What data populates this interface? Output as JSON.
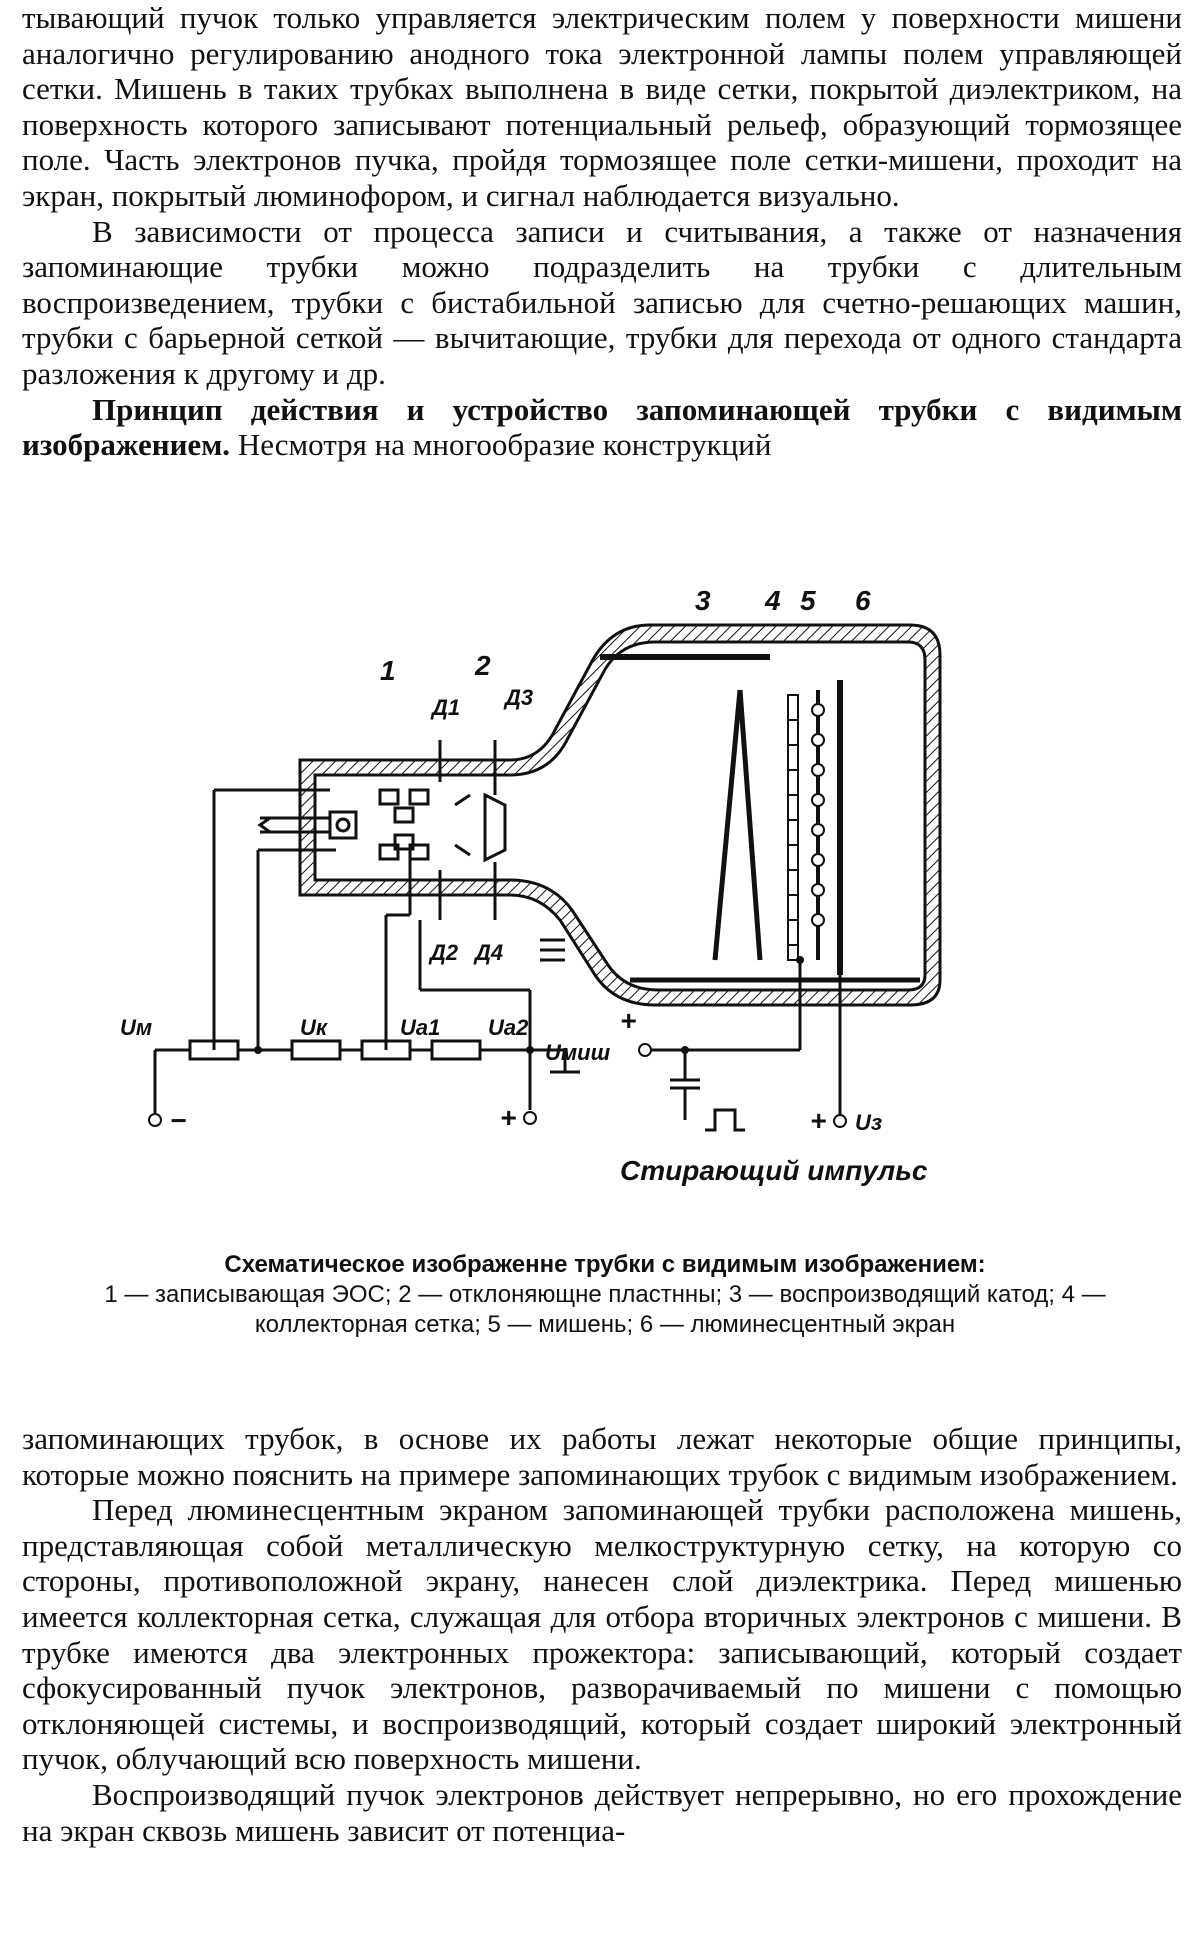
{
  "top_paragraphs": [
    "тывающий пучок только управляется электрическим полем у поверхности мишени аналогично регулированию анодного тока электронной лампы полем управляющей сетки. Мишень в таких трубках выполнена в виде сетки, покрытой диэлектриком, на поверхность которого записывают потенциальный рельеф, образующий тормозящее поле. Часть электронов пучка, пройдя тормозящее поле сетки-мишени, проходит на экран, покрытый люминофором, и сигнал наблюдается визуально.",
    "В зависимости от процесса записи и считывания, а также от назначения запоминающие трубки можно подразделить на трубки с длительным воспроизведением, трубки с бистабильной записью для счетно-решающих машин, трубки с барьерной сеткой — вычитающие, трубки для перехода от одного стандарта разложения к другому и др."
  ],
  "section": {
    "heading": "Принцип действия и устройство запоминающей трубки с видимым изображением.",
    "text": "Несмотря на многообразие конструкций"
  },
  "figure": {
    "part_labels": [
      "1",
      "2",
      "3",
      "4",
      "5",
      "6"
    ],
    "electrode_labels": [
      "Д1",
      "Д3",
      "Д2",
      "Д4"
    ],
    "voltage_labels": {
      "um": "Uм",
      "uk": "Uк",
      "ua1": "Ua1",
      "ua2": "Ua2",
      "umish": "Uмиш",
      "uz": "Uз"
    },
    "signs": {
      "minus": "−",
      "plus": "+"
    },
    "pulse_label": "Стирающий импульс"
  },
  "caption": {
    "title": "Схематическое изображенне трубки с видимым изображением:",
    "legend": "1 — записывающая ЭОС;  2 — отклоняющне пластнны;  3 — воспроизводящий катод;  4 — коллекторная сетка;  5 — мишень;  6 — люминесцентный экран"
  },
  "bottom_paragraphs": [
    "запоминающих трубок, в основе их работы лежат некоторые общие принципы, которые можно пояснить на примере запоминающих трубок с видимым изображением.",
    "Перед люминесцентным экраном запоминающей трубки расположена мишень, представляющая собой металлическую мелкоструктурную сетку, на которую со стороны, противоположной экрану, нанесен слой диэлектрика. Перед мишенью имеется коллекторная сетка, служащая для отбора вторичных электронов с мишени. В трубке имеются два электронных прожектора: записывающий, который создает сфокусированный пучок электронов, разворачиваемый по мишени с помощью отклоняющей системы, и воспроизводящий, который создает широкий электронный пучок, облучающий всю поверхность мишени.",
    "Воспроизводящий пучок электронов действует непрерывно, но его прохождение на экран сквозь мишень зависит от потенциа-"
  ]
}
